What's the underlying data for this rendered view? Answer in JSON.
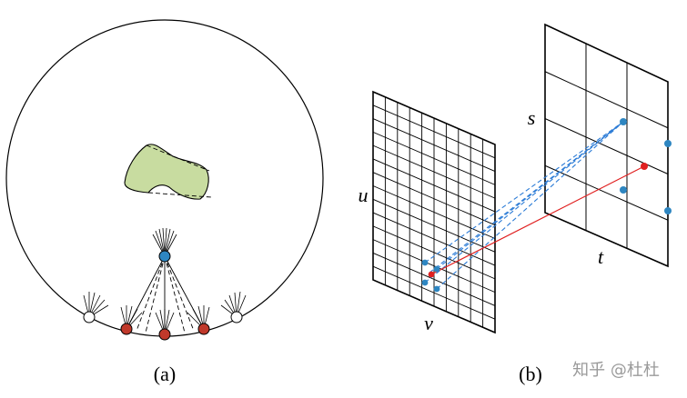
{
  "panels": {
    "a": {
      "caption": "(a)"
    },
    "b": {
      "caption": "(b)",
      "uv_plane": {
        "label_u": "u",
        "label_v": "v"
      },
      "st_plane": {
        "label_s": "s",
        "label_t": "t"
      }
    }
  },
  "watermark": "知乎 @杜杜",
  "colors": {
    "stroke": "#000000",
    "object_fill": "#c8dca0",
    "camera_red": "#c0392b",
    "camera_blue": "#2e86c1",
    "ray_blue": "#2b7bd6",
    "ray_red": "#e02020"
  }
}
